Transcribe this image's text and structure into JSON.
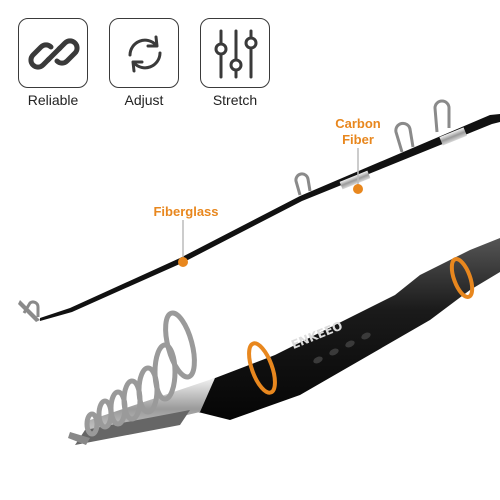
{
  "features": [
    {
      "label": "Reliable",
      "icon": "chain-link-icon"
    },
    {
      "label": "Adjust",
      "icon": "rotate-arrows-icon"
    },
    {
      "label": "Stretch",
      "icon": "sliders-icon"
    }
  ],
  "callouts": {
    "carbon_fiber": [
      "Carbon",
      "Fiber"
    ],
    "fiberglass": "Fiberglass"
  },
  "brand": "ENKEEO",
  "colors": {
    "accent": "#e8871e",
    "rod": "#111111",
    "icon_stroke": "#3a3a3a"
  }
}
